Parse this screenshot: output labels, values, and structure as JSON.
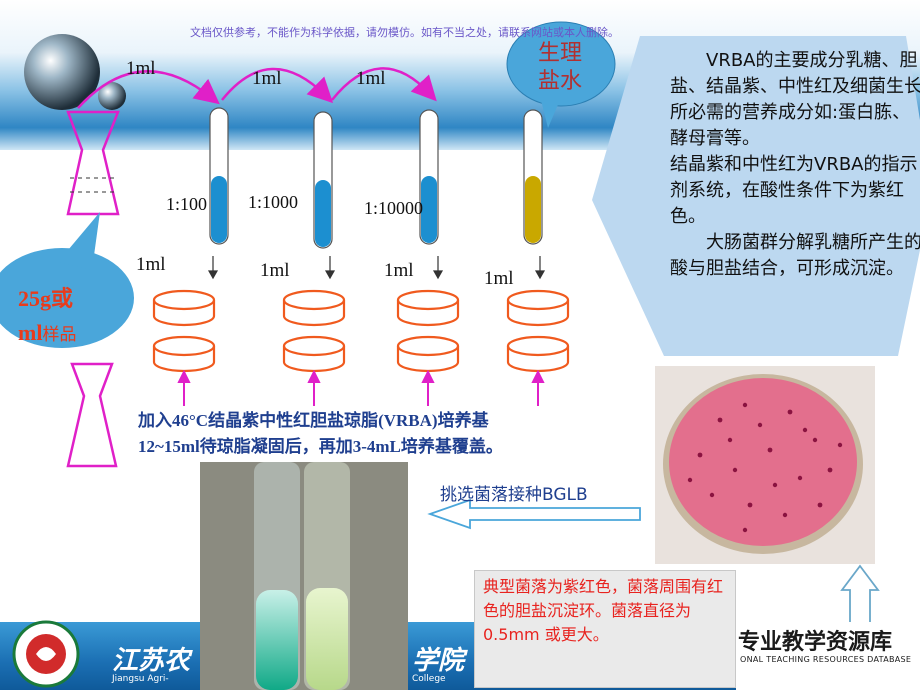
{
  "watermark": "文档仅供参考，不能作为科学依据，请勿模仿。如有不当之处，请联系网站或本人删除。",
  "transfer_labels": [
    "1ml",
    "1ml",
    "1ml"
  ],
  "dilutions": [
    "1:100",
    "1:1000",
    "1:10000"
  ],
  "plate_volumes": [
    "1ml",
    "1ml",
    "1ml",
    "1ml"
  ],
  "saline_label": "生理盐水",
  "sample_label": {
    "line1": "25g或",
    "line2_big": "ml",
    "line2_small": "样品"
  },
  "right_panel": {
    "para1": "VRBA的主要成分乳糖、胆盐、结晶紫、中性红及细菌生长所必需的营养成分如:蛋白胨、酵母膏等。",
    "para2": "结晶紫和中性红为VRBA的指示剂系统，在酸性条件下为紫红色。",
    "para3": "大肠菌群分解乳糖所产生的酸与胆盐结合，可形成沉淀。"
  },
  "medium_text": {
    "line1": "加入46°C结晶紫中性红胆盐琼脂(VRBA)培养基",
    "line2": "12~15ml待琼脂凝固后，再加3-4mL培养基覆盖。"
  },
  "pick_text": "挑选菌落接种BGLB",
  "typical_colony": "典型菌落为紫红色，菌落周围有红色的胆盐沉淀环。菌落直径为0.5mm 或更大。",
  "banner": {
    "left_title": "江苏农",
    "left_sub": "Jiangsu Agri-",
    "left_title_right": "学院",
    "left_sub_right": "College",
    "right_title": "专业教学资源库",
    "right_sub": "ONAL TEACHING RESOURCES DATABASE"
  },
  "colors": {
    "tube_blue": "#1c8fd0",
    "tube_yellow": "#c9a800",
    "plate_orange": "#f05a1e",
    "arrow_magenta": "#e020c8",
    "bubble_blue": "#4aa6da",
    "panel_blue": "#bcd8f0",
    "text_navy": "#1f3f8f"
  }
}
